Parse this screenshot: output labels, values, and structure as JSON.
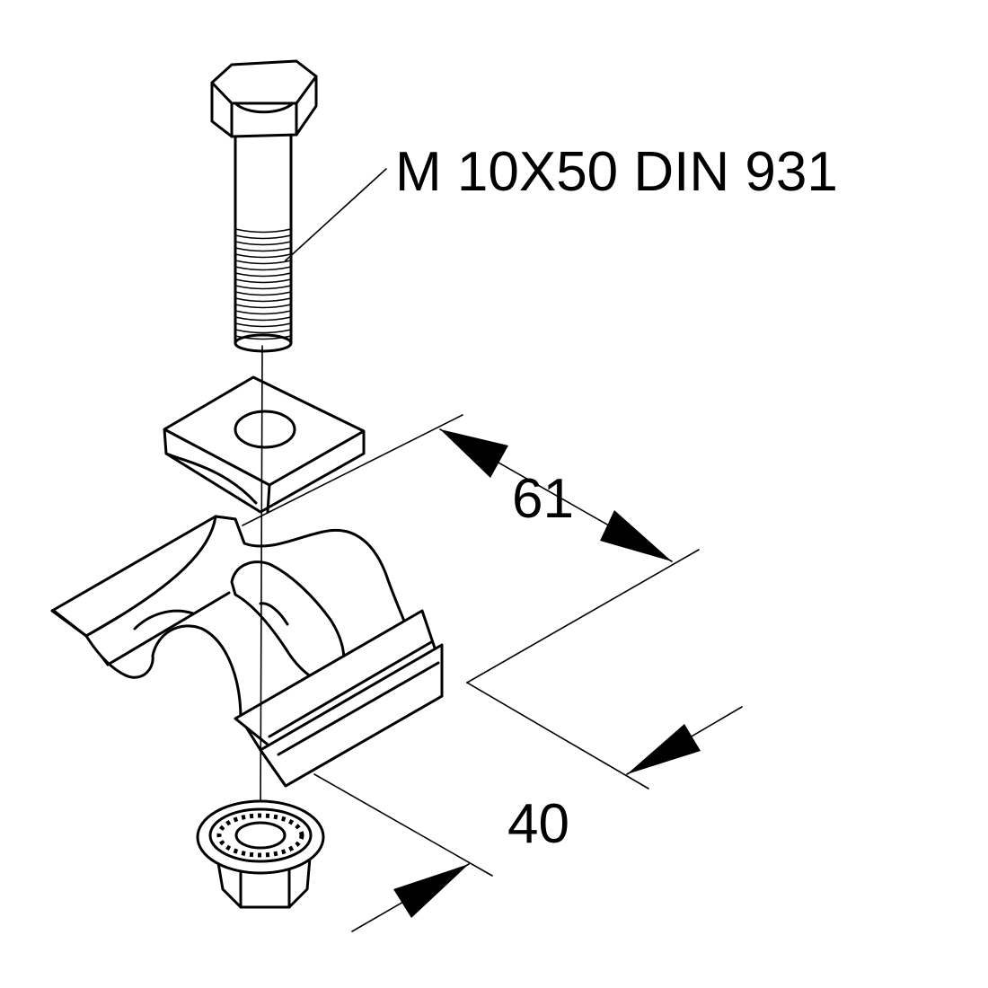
{
  "bolt_callout": "M 10X50 DIN 931",
  "dimensions": {
    "length": "61",
    "width": "40"
  },
  "colors": {
    "line": "#000000",
    "background": "#ffffff"
  }
}
